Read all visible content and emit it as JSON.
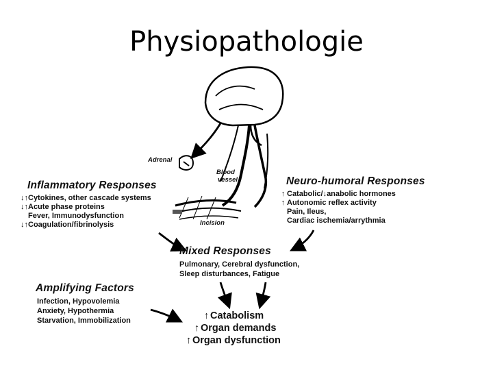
{
  "title": "Physiopathologie",
  "labels": {
    "adrenal": "Adrenal",
    "blood_vessel_1": "Blood",
    "blood_vessel_2": "vessel",
    "incision": "Incision"
  },
  "inflammatory": {
    "heading": "Inflammatory Responses",
    "items": [
      {
        "arrow": "↓↑",
        "text": "Cytokines, other cascade systems"
      },
      {
        "arrow": "↓↑",
        "text": "Acute phase proteins"
      },
      {
        "arrow": "",
        "text": "Fever, Immunodysfunction"
      },
      {
        "arrow": "↓↑",
        "text": "Coagulation/fibrinolysis"
      }
    ]
  },
  "neurohumoral": {
    "heading": "Neuro-humoral Responses",
    "items": [
      {
        "arrow": "↑",
        "text": "Catabolic/↓anabolic hormones"
      },
      {
        "arrow": "↑",
        "text": "Autonomic reflex activity"
      },
      {
        "arrow": "",
        "text": "Pain, Ileus,"
      },
      {
        "arrow": "",
        "text": "Cardiac ischemia/arrythmia"
      }
    ]
  },
  "mixed": {
    "heading": "Mixed Responses",
    "items": [
      {
        "text": "Pulmonary, Cerebral dysfunction,"
      },
      {
        "text": "Sleep disturbances, Fatigue"
      }
    ]
  },
  "amplifying": {
    "heading": "Amplifying Factors",
    "items": [
      {
        "text": "Infection, Hypovolemia"
      },
      {
        "text": "Anxiety, Hypothermia"
      },
      {
        "text": "Starvation, Immobilization"
      }
    ]
  },
  "outcomes": [
    {
      "arrow": "↑",
      "text": "Catabolism"
    },
    {
      "arrow": "↑",
      "text": "Organ demands"
    },
    {
      "arrow": "↑",
      "text": "Organ dysfunction"
    }
  ]
}
